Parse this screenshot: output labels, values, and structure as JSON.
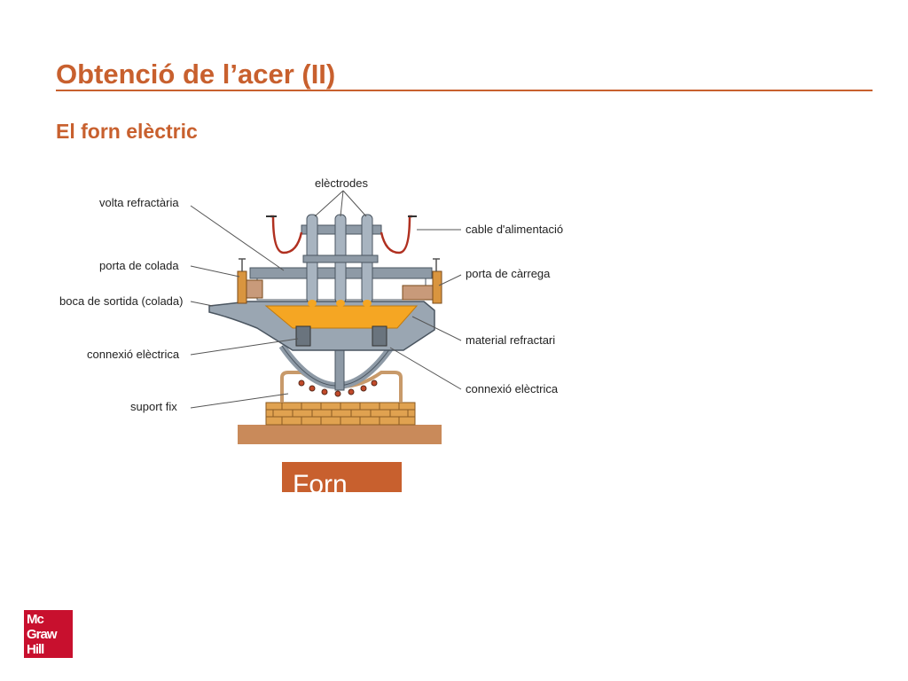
{
  "slide": {
    "title": "Obtenció de l’acer (II)",
    "subtitle": "El forn elèctric"
  },
  "diagram": {
    "labels": {
      "electrodes": "elèctrodes",
      "volta_refractaria": "volta refractària",
      "cable_alimentacio": "cable d'alimentació",
      "porta_colada": "porta de colada",
      "porta_carrega": "porta de càrrega",
      "boca_sortida": "boca de sortida (colada)",
      "material_refractari": "material refractari",
      "connexio_electrica_left": "connexió elèctrica",
      "connexio_electrica_right": "connexió elèctrica",
      "suport_fix": "suport fix"
    }
  },
  "caption_box": {
    "text": "Forn"
  },
  "logo": {
    "lines": [
      "Mc",
      "Graw",
      "Hill"
    ]
  },
  "colors": {
    "accent": "#c8602e",
    "steel": "#8e9aa6",
    "molten": "#f5a623",
    "brick": "#d9953f",
    "base": "#c98a5a",
    "logo_red": "#c8102e"
  }
}
